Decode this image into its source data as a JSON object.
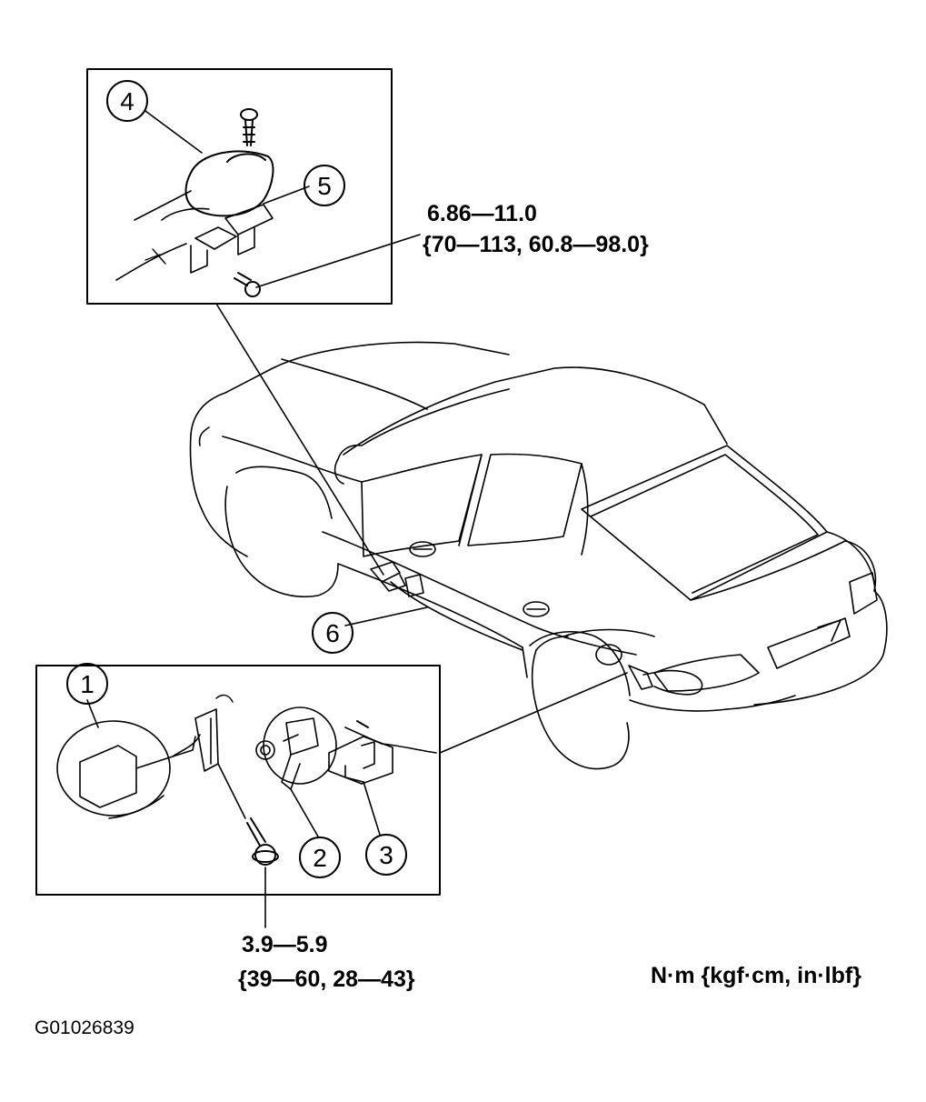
{
  "callouts": [
    {
      "id": "c1",
      "number": "1"
    },
    {
      "id": "c2",
      "number": "2"
    },
    {
      "id": "c3",
      "number": "3"
    },
    {
      "id": "c4",
      "number": "4"
    },
    {
      "id": "c5",
      "number": "5"
    },
    {
      "id": "c6",
      "number": "6"
    }
  ],
  "torque_upper": {
    "line1": "6.86—11.0",
    "line2": "{70—113, 60.8—98.0}"
  },
  "torque_lower": {
    "line1": "3.9—5.9",
    "line2": "{39—60, 28—43}"
  },
  "units_legend": "N·m {kgf·cm, in·lbf}",
  "figure_code": "G01026839"
}
